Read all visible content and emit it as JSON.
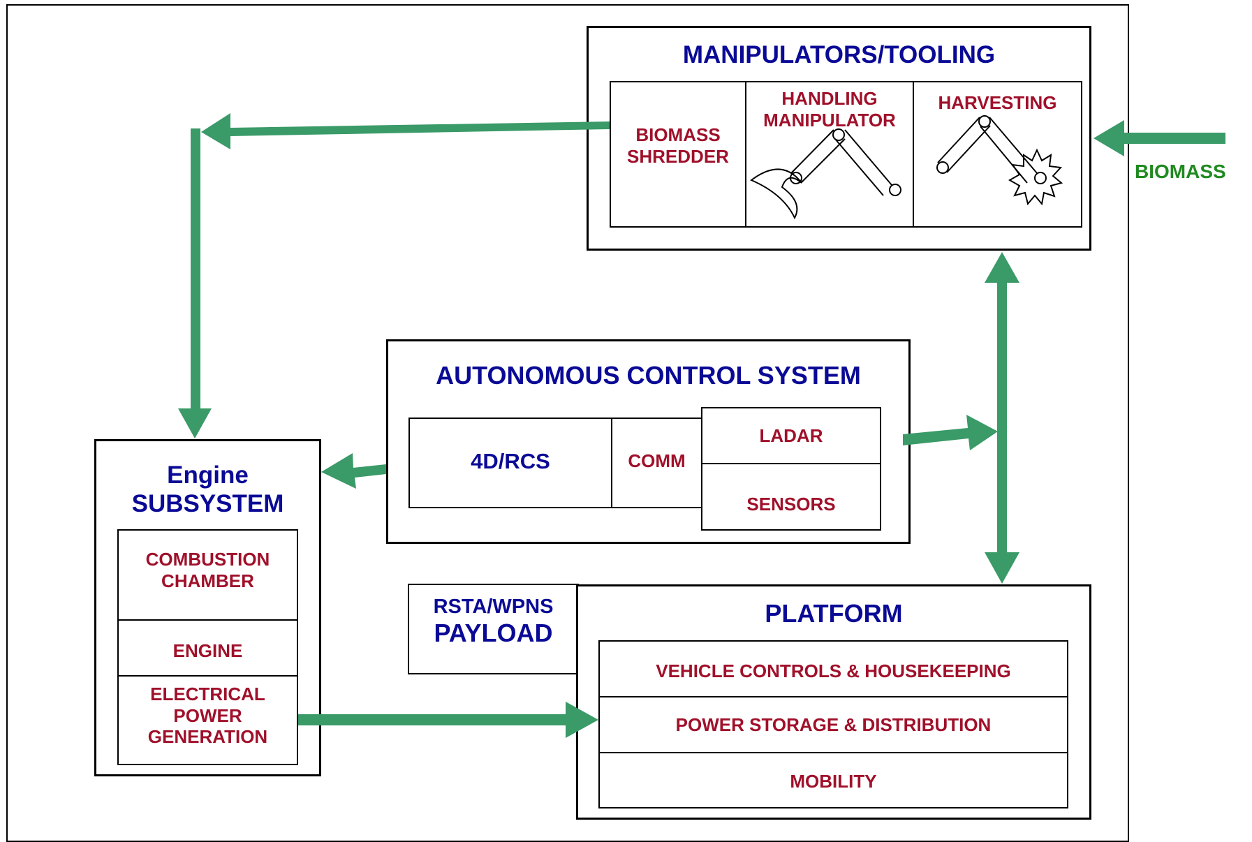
{
  "manipulators": {
    "title": "MANIPULATORS/TOOLING",
    "shredder": [
      "BIOMASS",
      "SHREDDER"
    ],
    "handling": [
      "HANDLING",
      "MANIPULATOR"
    ],
    "harvesting": "HARVESTING"
  },
  "biomass_label": "BIOMASS",
  "acs": {
    "title": "AUTONOMOUS CONTROL SYSTEM",
    "rcs": "4D/RCS",
    "comm": "COMM",
    "ladar": "LADAR",
    "sensors": "SENSORS"
  },
  "engine": {
    "title1": "Engine",
    "title2": "SUBSYSTEM",
    "combustion": [
      "COMBUSTION",
      "CHAMBER"
    ],
    "engine": "ENGINE",
    "electrical": [
      "ELECTRICAL",
      "POWER",
      "GENERATION"
    ]
  },
  "payload": {
    "line1": "RSTA/WPNS",
    "line2": "PAYLOAD"
  },
  "platform": {
    "title": "PLATFORM",
    "rows": [
      "VEHICLE CONTROLS & HOUSEKEEPING",
      "POWER STORAGE & DISTRIBUTION",
      "MOBILITY"
    ]
  },
  "colors": {
    "arrow": "#3a9a68",
    "navy": "#0a0a96",
    "red": "#a0102a",
    "green": "#1f8a1f"
  }
}
